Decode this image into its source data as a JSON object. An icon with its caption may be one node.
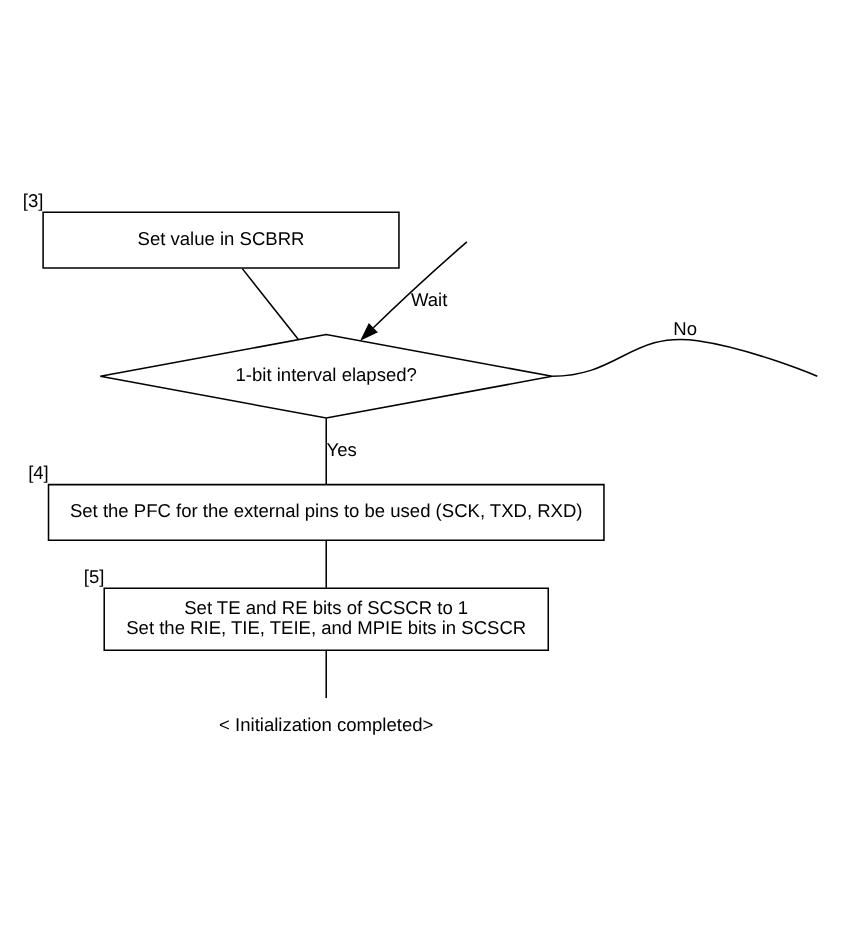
{
  "diagram": {
    "nodes": [
      {
        "text": [
          "Set value in SCBRR"
        ],
        "beside": [
          "[3]"
        ]
      },
      {
        "text": [
          "1-bit interval elapsed?"
        ]
      },
      {
        "text": [
          "Set the PFC for the external pins to be used (SCK, TXD, RXD)"
        ],
        "beside": [
          "[4]"
        ]
      },
      {
        "text": [
          "Set TE and RE bits of SCSCR to 1",
          "Set the RIE, TIE, TEIE, and MPIE bits in SCSCR"
        ],
        "beside": [
          "[5]"
        ]
      },
      {
        "text": [
          "< Initialization completed>"
        ]
      }
    ],
    "edges": [
      {
        "from": 0,
        "to": 1,
        "arrow": "none"
      },
      {
        "from": 1,
        "to": null,
        "label": "No",
        "arrow": "none"
      },
      {
        "from": null,
        "to": 1,
        "label": "Wait",
        "arrow": "to"
      },
      {
        "from": 1,
        "to": 2,
        "label": "Yes",
        "arrow": "none"
      },
      {
        "from": 2,
        "to": 3,
        "arrow": "none"
      },
      {
        "from": 3,
        "to": 4,
        "arrow": "none"
      }
    ]
  }
}
